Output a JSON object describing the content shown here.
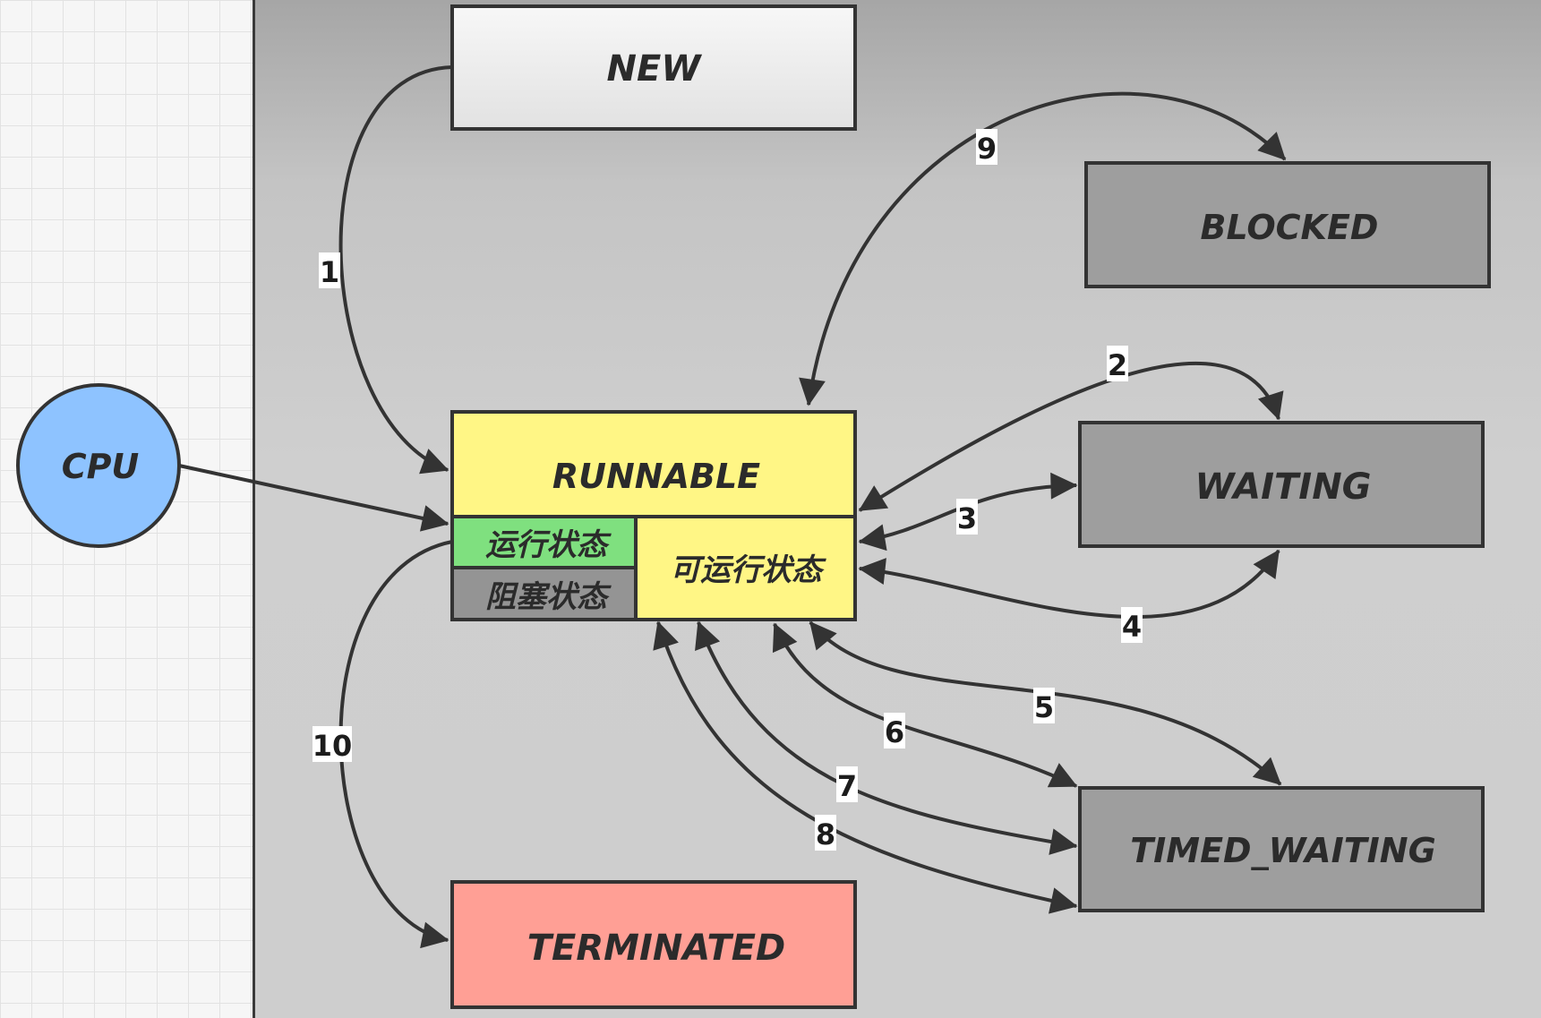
{
  "nodes": {
    "new": {
      "label": "NEW",
      "fill": "#efefef"
    },
    "runnable": {
      "label": "RUNNABLE",
      "fill": "#fff685"
    },
    "running": {
      "label": "运行状态",
      "fill": "#7fe07f"
    },
    "blocked_sub": {
      "label": "阻塞状态",
      "fill": "#949494"
    },
    "ready": {
      "label": "可运行状态",
      "fill": "#fff685"
    },
    "blocked": {
      "label": "BLOCKED",
      "fill": "#9e9e9e"
    },
    "waiting": {
      "label": "WAITING",
      "fill": "#9e9e9e"
    },
    "timed_waiting": {
      "label": "TIMED_WAITING",
      "fill": "#9e9e9e"
    },
    "terminated": {
      "label": "TERMINATED",
      "fill": "#ff9f95"
    },
    "cpu": {
      "label": "CPU",
      "fill": "#8ec3ff"
    }
  },
  "edges": {
    "e1": "1",
    "e2": "2",
    "e3": "3",
    "e4": "4",
    "e5": "5",
    "e6": "6",
    "e7": "7",
    "e8": "8",
    "e9": "9",
    "e10": "10"
  }
}
